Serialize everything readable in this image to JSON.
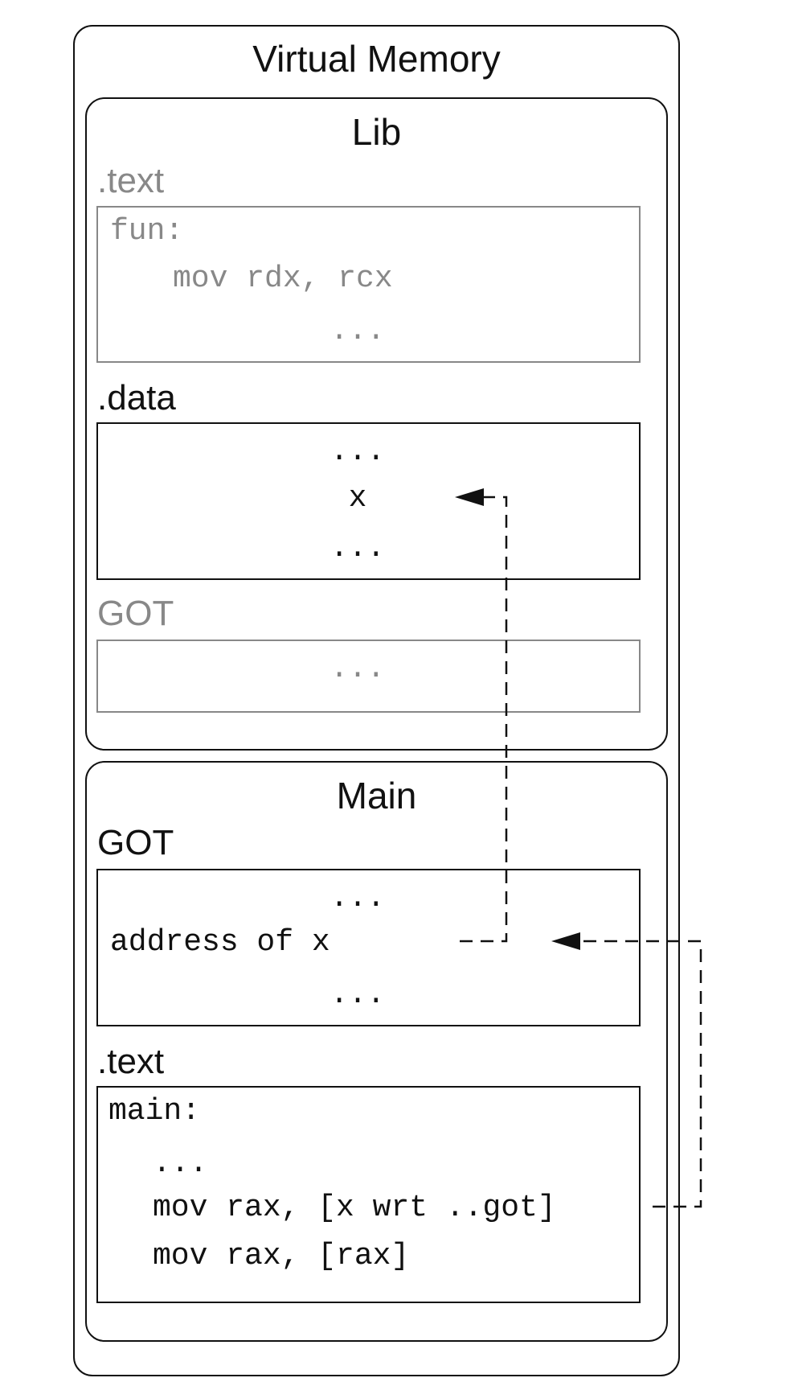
{
  "virtual_memory": {
    "title": "Virtual Memory"
  },
  "lib": {
    "title": "Lib",
    "text_section": {
      "label": ".text",
      "lines": [
        "fun:",
        "mov rdx, rcx",
        "..."
      ]
    },
    "data_section": {
      "label": ".data",
      "lines": [
        "...",
        "x",
        "..."
      ]
    },
    "got_section": {
      "label": "GOT",
      "lines": [
        "..."
      ]
    }
  },
  "main": {
    "title": "Main",
    "got_section": {
      "label": "GOT",
      "lines": [
        "...",
        "address of x",
        "..."
      ]
    },
    "text_section": {
      "label": ".text",
      "lines": [
        "main:",
        "...",
        "mov rax, [x wrt ..got]",
        "mov rax, [rax]"
      ]
    }
  },
  "colors": {
    "active": "#111111",
    "inactive": "#888888"
  }
}
